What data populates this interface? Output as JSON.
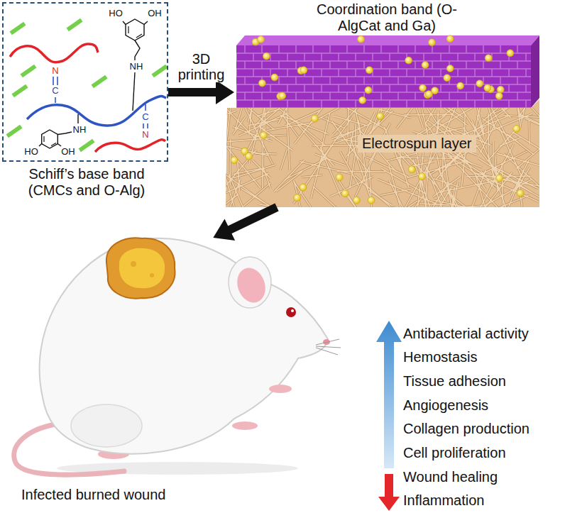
{
  "diagram": {
    "nodes": [
      {
        "text": [
          "Schiff’s base band (CMCs and O-Alg)"
        ]
      },
      {
        "text": [
          "Coordination band (O-AlgCat and Ga)"
        ]
      },
      {
        "text": [
          "Electrospun layer"
        ]
      },
      {
        "text": [
          "Infected burned wound"
        ]
      }
    ],
    "edges": [
      {
        "from": 0,
        "to": 1,
        "label": "3D printing",
        "arrow": "to"
      },
      {
        "from": 2,
        "to": 3,
        "arrow": "to"
      }
    ],
    "labels": [
      "HO",
      "OH",
      "NH",
      "N",
      "C",
      "C",
      "NH",
      "N",
      "HO",
      "OH",
      "Antibacterial activity",
      "Hemostasis",
      "Tissue adhesion",
      "Angiogenesis",
      "Collagen production",
      "Cell proliferation",
      "Wound healing",
      "Inflammation"
    ]
  }
}
